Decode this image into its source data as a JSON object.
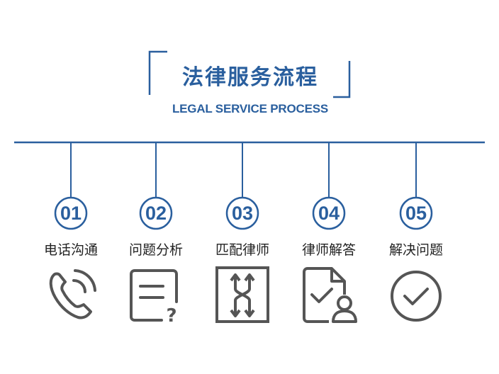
{
  "title": {
    "cn": "法律服务流程",
    "en": "LEGAL SERVICE PROCESS"
  },
  "colors": {
    "accent": "#2a5f9e",
    "icon": "#555555",
    "text": "#222222"
  },
  "steps": [
    {
      "num": "01",
      "label": "电话沟通",
      "icon": "phone-icon"
    },
    {
      "num": "02",
      "label": "问题分析",
      "icon": "document-question-icon"
    },
    {
      "num": "03",
      "label": "匹配律师",
      "icon": "exchange-arrows-icon"
    },
    {
      "num": "04",
      "label": "律师解答",
      "icon": "document-user-icon"
    },
    {
      "num": "05",
      "label": "解决问题",
      "icon": "check-circle-icon"
    }
  ]
}
